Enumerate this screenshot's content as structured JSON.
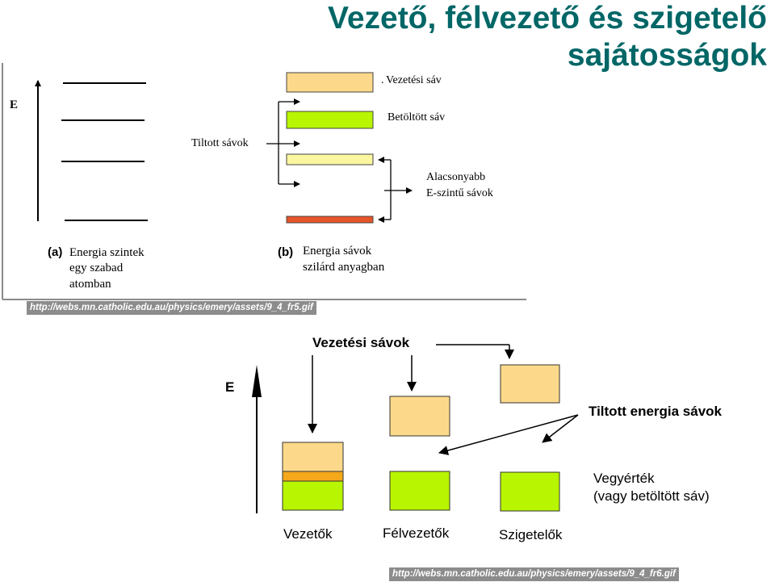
{
  "title": {
    "line1": "Vezető, félvezető és szigetelő",
    "line2": "sajátosságok"
  },
  "figure_a": {
    "axis_label": "E",
    "tag": "(a)",
    "caption": [
      "Energia szintek",
      "egy szabad",
      "atomban"
    ],
    "dot": "."
  },
  "figure_b": {
    "tag": "(b)",
    "caption": [
      "Energia sávok",
      "szilárd anyagban"
    ],
    "labels": {
      "conduction": "Vezetési sáv",
      "filled": "Betöltött sáv",
      "forbidden": "Tiltott sávok",
      "lower": [
        "Alacsonyabb",
        "E-szintű sávok"
      ]
    },
    "colors": {
      "conduction": "#fcd98a",
      "filled": "#b8f500",
      "pale": "#fbf6a0",
      "lowest": "#e8552a"
    }
  },
  "source_url_1": "http://webs.mn.catholic.edu.au/physics/emery/assets/9_4_fr5.gif",
  "figure_c": {
    "axis_label": "E",
    "conduction_bands": "Vezetési sávok",
    "forbidden_bands": "Tiltott energia sávok",
    "valence": [
      "Vegyérték",
      "(vagy betöltött sáv)"
    ],
    "materials": [
      "Vezetők",
      "Félvezetők",
      "Szigetelők"
    ],
    "colors": {
      "upper": "#fcd98a",
      "overlap": "#f4a81a",
      "lower": "#b8f500"
    }
  },
  "source_url_2": "http://webs.mn.catholic.edu.au/physics/emery/assets/9_4_fr6.gif"
}
